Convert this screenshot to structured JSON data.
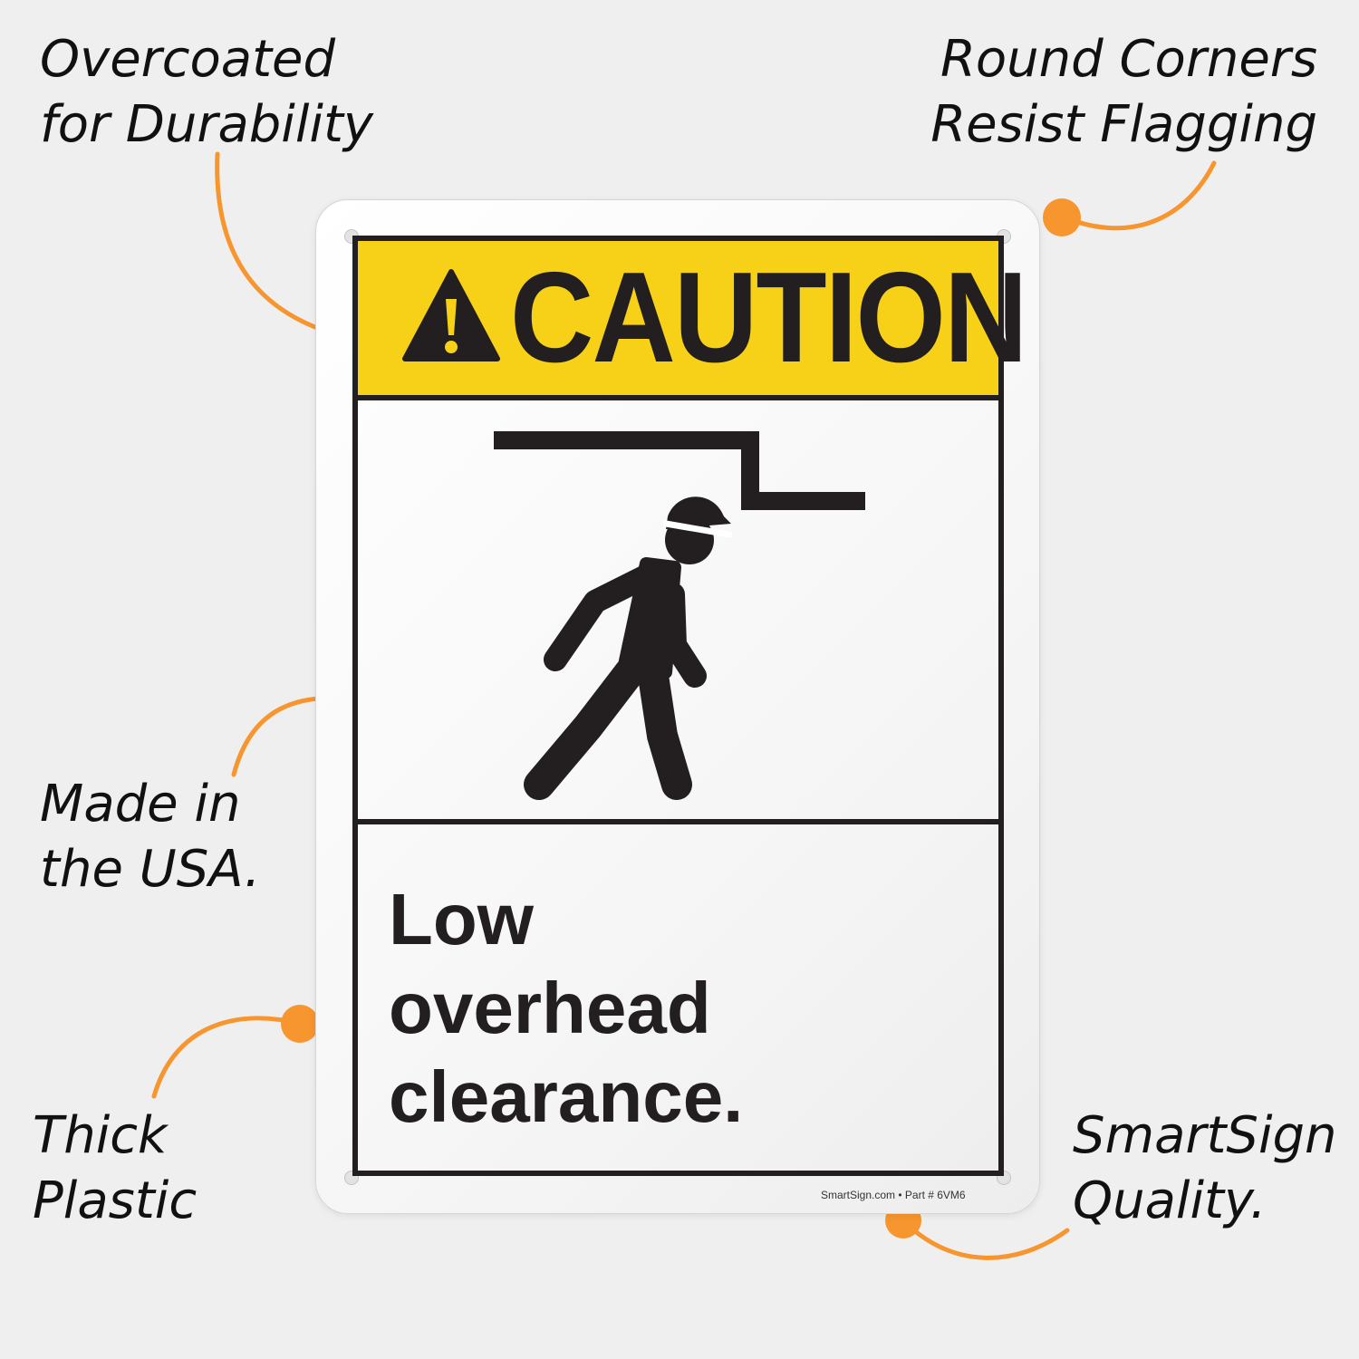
{
  "callouts": {
    "top_left": [
      "Overcoated",
      "for Durability"
    ],
    "top_right": [
      "Round Corners",
      "Resist Flagging"
    ],
    "mid_left": [
      "Made in",
      "the USA."
    ],
    "bottom_left": [
      "Thick",
      "Plastic"
    ],
    "bottom_right": [
      "SmartSign",
      "Quality."
    ]
  },
  "sign": {
    "header_word": "CAUTION",
    "message_lines": [
      "Low",
      "overhead",
      "clearance."
    ],
    "footer": "SmartSign.com • Part # 6VM6"
  },
  "colors": {
    "background": "#efefef",
    "caution_yellow": "#f7d117",
    "ink": "#231f20",
    "callout_orange": "#f7952e"
  },
  "icons": [
    "alert-triangle-icon",
    "low-clearance-pictogram",
    "callout-dot"
  ]
}
